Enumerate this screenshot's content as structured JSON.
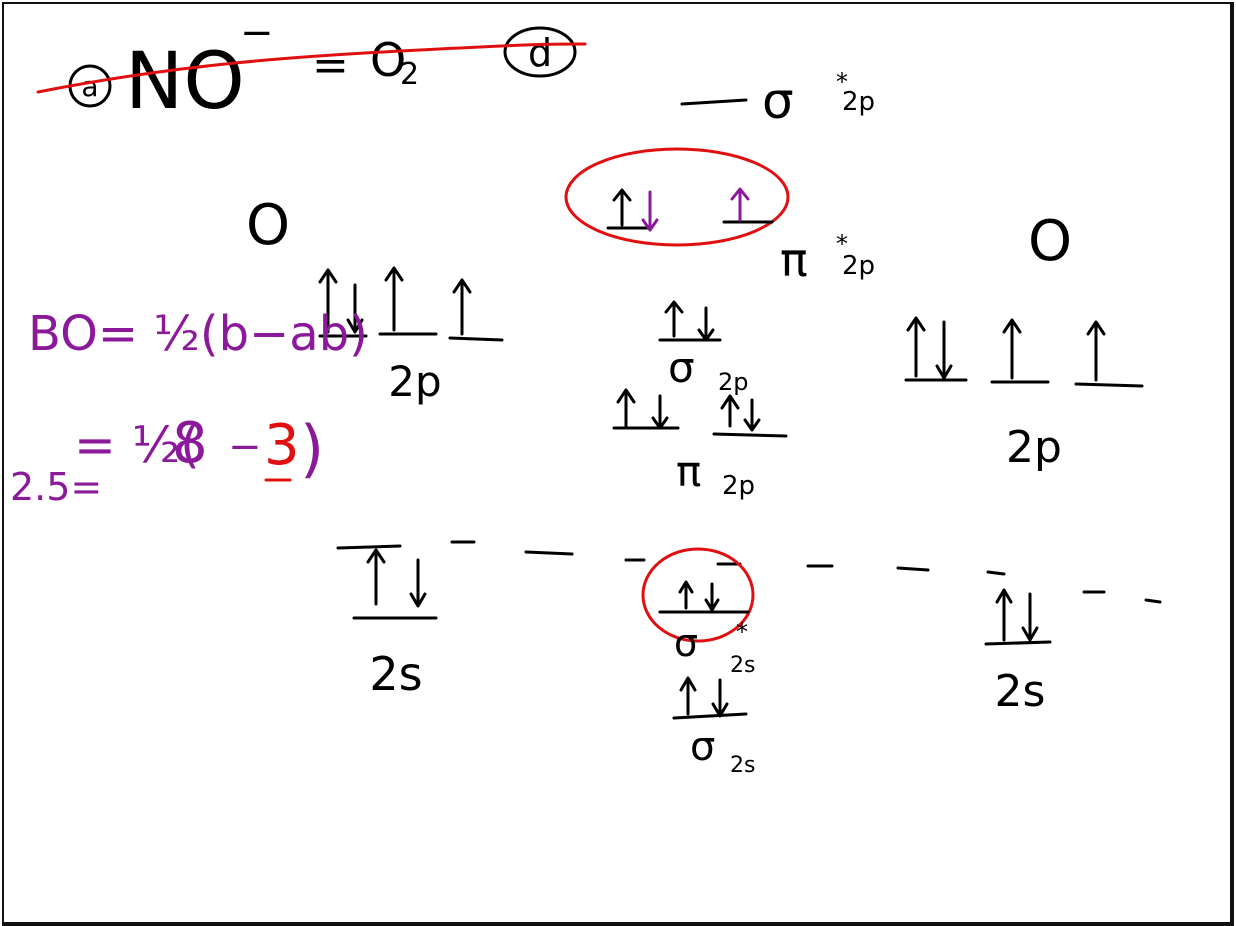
{
  "title": {
    "option_a": "a",
    "species": "NO",
    "charge": "−",
    "equals": "=",
    "compare": "O",
    "compare_sub": "2",
    "option_d": "d"
  },
  "atoms": {
    "left": "O",
    "right": "O"
  },
  "levels": {
    "sigma_star_2p": {
      "symbol": "σ",
      "star": "*",
      "sub": "2p"
    },
    "pi_star_2p": {
      "symbol": "π",
      "star": "*",
      "sub": "2p"
    },
    "sigma_2p": {
      "symbol": "σ",
      "sub": "2p"
    },
    "pi_2p": {
      "symbol": "π",
      "sub": "2p"
    },
    "sigma_star_2s": {
      "symbol": "σ",
      "star": "*",
      "sub": "2s"
    },
    "sigma_2s": {
      "symbol": "σ",
      "sub": "2s"
    },
    "left_2p": "2p",
    "right_2p": "2p",
    "left_2s": "2s",
    "right_2s": "2s"
  },
  "bond_order": {
    "line1": "BO= ½(b−ab)",
    "line2_prefix": "= ½(",
    "bonding": "8",
    "minus": "−",
    "antibonding": "3",
    "line2_suffix": ")",
    "result": "2.5="
  },
  "colors": {
    "ink": "#000000",
    "purple": "#8b1a9b",
    "red": "#e01010"
  }
}
